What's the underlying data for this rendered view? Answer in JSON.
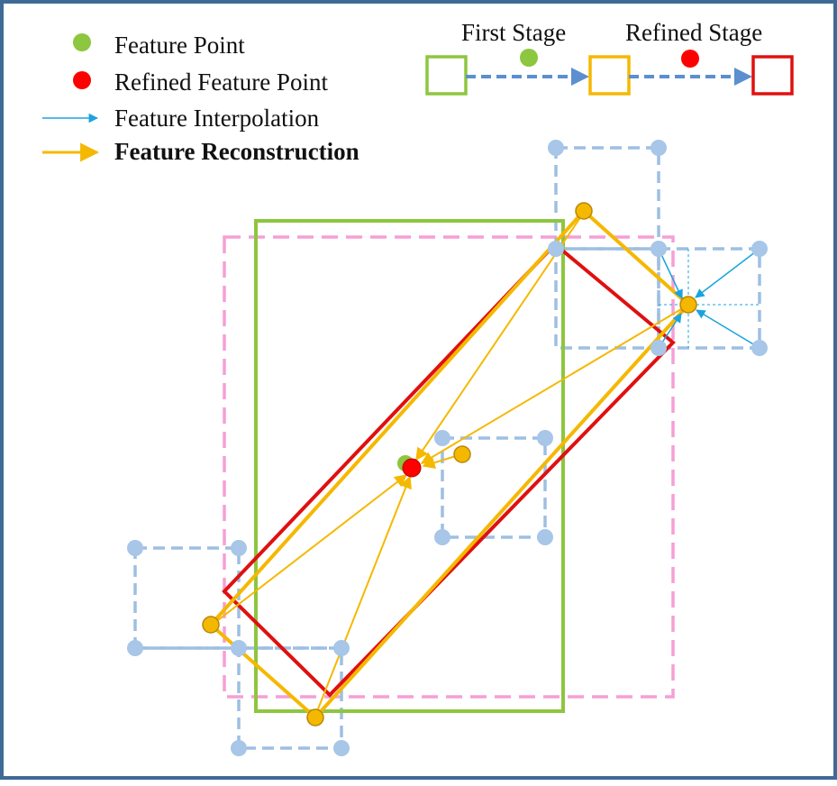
{
  "legend": {
    "feature_point": "Feature Point",
    "refined_feature_point": "Refined Feature Point",
    "feature_interpolation": "Feature Interpolation",
    "feature_reconstruction": "Feature Reconstruction"
  },
  "stages": {
    "first_stage": "First Stage",
    "refined_stage": "Refined Stage"
  },
  "colors": {
    "frame": "#3f6a96",
    "green": "#8dc63f",
    "red": "#e01010",
    "orange": "#f5b800",
    "blue_dashed": "#9dbfe2",
    "pink_dashed": "#f59fd6",
    "interp_arrow": "#1aa3e0",
    "stage_arrow": "#5b8fd0"
  }
}
